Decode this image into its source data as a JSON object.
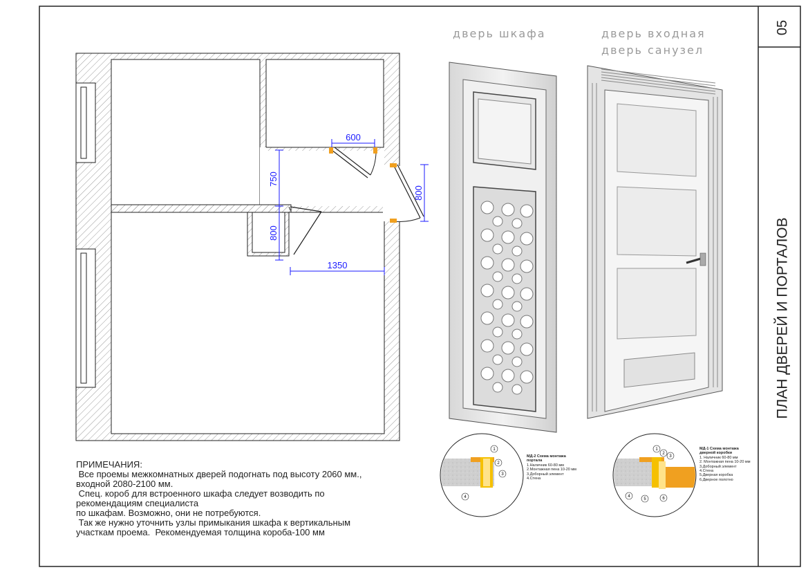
{
  "sheet": {
    "number": "05",
    "title": "ПЛАН ДВЕРЕЙ И ПОРТАЛОВ"
  },
  "door_labels": {
    "cabinet": "дверь шкафа",
    "entrance_line1": "дверь входная",
    "entrance_line2": "дверь санузел"
  },
  "dimensions": {
    "d600": "600",
    "d750": "750",
    "d800_left": "800",
    "d800_right": "800",
    "d1350": "1350"
  },
  "notes": {
    "heading": "ПРИМЕЧАНИЯ:",
    "line1": " Все проемы межкомнатных дверей подогнать под высоту 2060 мм.,",
    "line2": "входной 2080-2100 мм.",
    "line3": " Спец. короб для встроенного шкафа следует возводить по",
    "line4": "рекомендациям специалиста",
    "line5": "по шкафам. Возможно, они не потребуются.",
    "line6": " Так же нужно уточнить узлы примыкания шкафа к вертикальным",
    "line7": "участкам проема.  Рекомендуемая толщина короба-100 мм"
  },
  "detail_md2": {
    "title1": "МД-2 Схема монтажа",
    "title2": "портала",
    "item1": "1.Наличник 60-80 мм",
    "item2": "2.Монтажная пена 10-20 мм",
    "item3": "3.Доборный элемент",
    "item4": "4.Стена",
    "callouts": [
      "1",
      "2",
      "3",
      "4"
    ]
  },
  "detail_md1": {
    "title1": "МД-1 Схема монтажа",
    "title2": "дверной коробки",
    "item1": "1. Наличник 60-80 мм",
    "item2": "2. Монтажная пена 10-20 мм",
    "item3": "3.Доборный элемент",
    "item4": "4.Стена",
    "item5": "5.Дверная коробка",
    "item6": "6.Дверное полотно",
    "callouts": [
      "1",
      "2",
      "3",
      "4",
      "5",
      "6"
    ]
  },
  "colors": {
    "dimension": "#1a1aff",
    "wall_hatch": "#9a9a9a",
    "door_frame_orange": "#f0a020",
    "insulation_yellow": "#f5c000"
  }
}
